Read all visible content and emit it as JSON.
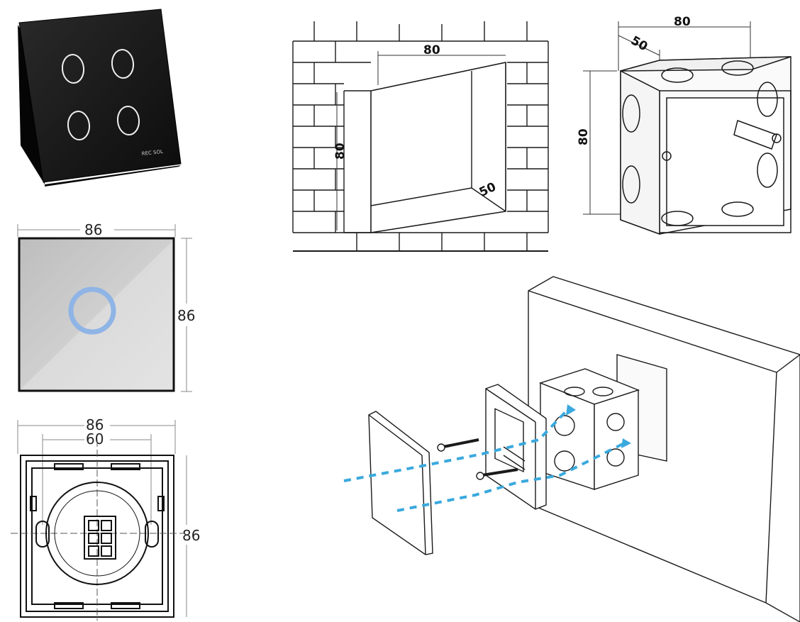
{
  "panels": {
    "product_photo": {
      "brand_logo": "REC SOL",
      "button_count": 4
    },
    "front_view": {
      "width_label": "86",
      "height_label": "86"
    },
    "back_view": {
      "width_label": "86",
      "hole_spacing_label": "60",
      "height_label": "86"
    },
    "wall_cutout": {
      "width_label": "80",
      "height_label": "80",
      "depth_label": "50"
    },
    "junction_box": {
      "width_label": "80",
      "depth_label": "50",
      "height_label": "80"
    }
  },
  "colors": {
    "glass_black": "#141414",
    "glass_grey": "#c9c9c9",
    "touch_ring": "#8fb4e6",
    "arrow_blue": "#3aa9dd",
    "line": "#1a1a1a"
  }
}
